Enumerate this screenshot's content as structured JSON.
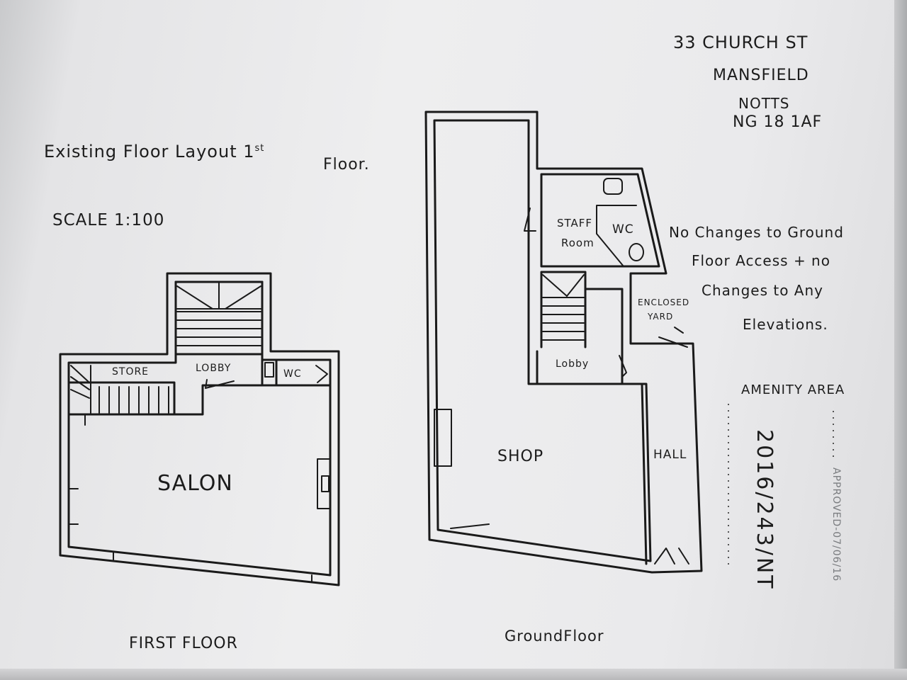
{
  "address": {
    "line1": "33 Church St",
    "line2": "Mansfield",
    "line3": "Notts",
    "line4": "NG 18 1AF"
  },
  "title": {
    "main": "Existing Floor Layout 1",
    "superscript": "st",
    "floor_word": "Floor."
  },
  "scale": "SCALE 1:100",
  "note": {
    "line1": "No Changes to Ground",
    "line2": "Floor Access + no",
    "line3": "Changes to Any",
    "line4": "Elevations."
  },
  "first_floor": {
    "caption": "First Floor",
    "rooms": {
      "salon": "Salon",
      "store": "Store",
      "lobby": "Lobby",
      "wc": "WC"
    }
  },
  "ground_floor": {
    "caption": "GroundFloor",
    "rooms": {
      "shop": "Shop",
      "staff1": "Staff",
      "staff2": "Room",
      "wc": "WC",
      "yard1": "Enclosed",
      "yard2": "Yard",
      "lobby": "Lobby",
      "hall": "Hall"
    }
  },
  "amenity_area": "Amenity Area",
  "reference_number": "2016/243/NT",
  "approval_stamp": "APPROVED-07/06/16"
}
